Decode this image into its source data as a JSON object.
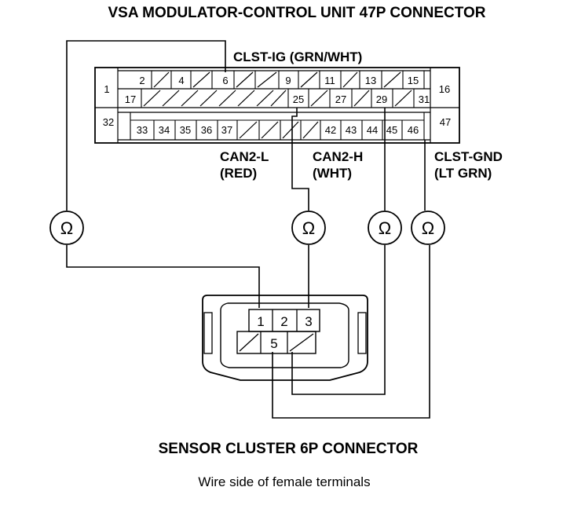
{
  "title": "VSA MODULATOR-CONTROL UNIT 47P CONNECTOR",
  "labels": {
    "clst_ig": "CLST-IG (GRN/WHT)",
    "can2l_name": "CAN2-L",
    "can2l_color": "(RED)",
    "can2h_name": "CAN2-H",
    "can2h_color": "(WHT)",
    "clst_gnd_name": "CLST-GND",
    "clst_gnd_color": "(LT GRN)"
  },
  "vsa_connector": {
    "row1": [
      "1",
      "2",
      "4",
      "6",
      "9",
      "11",
      "13",
      "15",
      "16"
    ],
    "row2": [
      "17",
      "25",
      "27",
      "29",
      "31"
    ],
    "row3": [
      "32",
      "33",
      "34",
      "35",
      "36",
      "37",
      "42",
      "43",
      "44",
      "45",
      "46",
      "47"
    ]
  },
  "sensor_connector": {
    "title": "SENSOR CLUSTER 6P CONNECTOR",
    "pins": [
      "1",
      "2",
      "3",
      "5"
    ],
    "view_note": "Wire side of female terminals"
  },
  "ohmmeter_symbol": "Ω"
}
